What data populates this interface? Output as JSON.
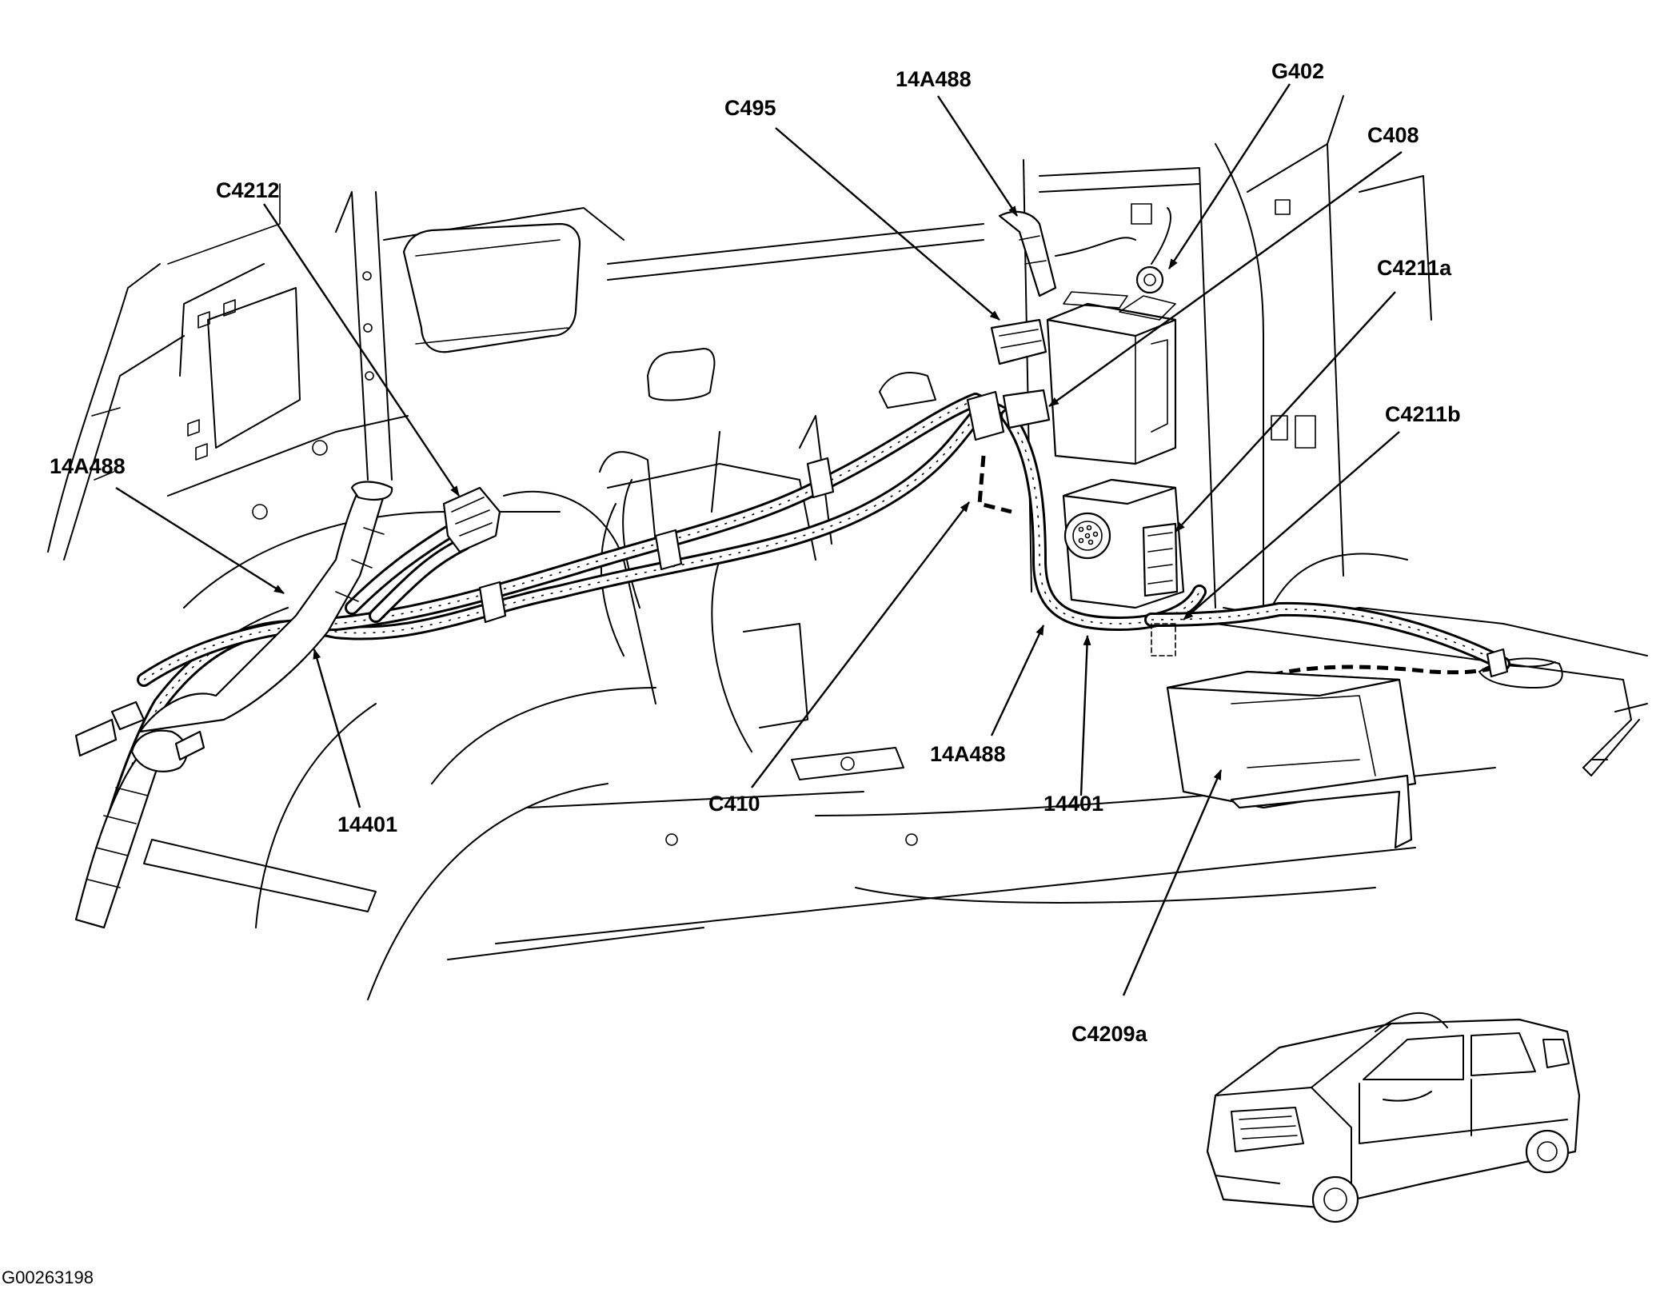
{
  "labels": {
    "c4212": "C4212",
    "a14a488_left": "14A488",
    "a14401_left": "14401",
    "c410": "C410",
    "c495": "C495",
    "a14a488_top": "14A488",
    "g402": "G402",
    "c408": "C408",
    "c4211a": "C4211a",
    "c4211b": "C4211b",
    "a14a488_bottom": "14A488",
    "a14401_right": "14401",
    "c4209a": "C4209a"
  },
  "figure_id": "G00263198"
}
